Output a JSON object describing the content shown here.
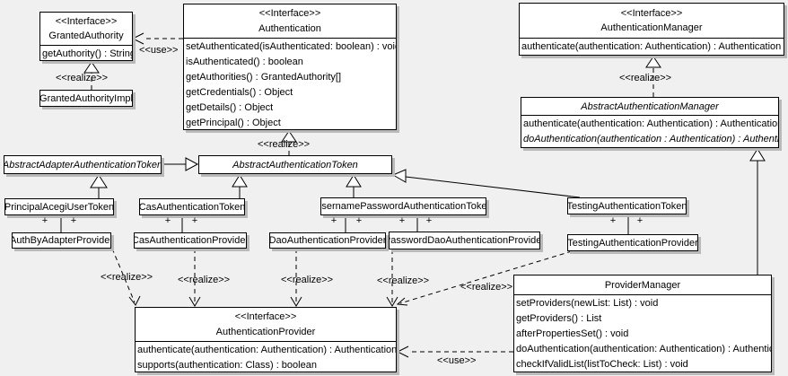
{
  "colors": {
    "background": "#f0f0f0",
    "box_fill": "#ffffff",
    "line": "#000000",
    "shadow": "#b9b9b9"
  },
  "stereotype_labels": {
    "use": "<<use>>",
    "realize": "<<realize>>"
  },
  "plus_marker": "+",
  "classes": {
    "granted_authority": {
      "stereotype": "<<Interface>>",
      "name": "GrantedAuthority",
      "methods": [
        "getAuthority() : String"
      ]
    },
    "granted_authority_impl": {
      "name": "GrantedAuthorityImpl"
    },
    "authentication": {
      "stereotype": "<<Interface>>",
      "name": "Authentication",
      "methods": [
        "setAuthenticated(isAuthenticated: boolean) : void",
        "isAuthenticated() : boolean",
        "getAuthorities() : GrantedAuthority[]",
        "getCredentials() : Object",
        "getDetails() : Object",
        "getPrincipal() : Object"
      ]
    },
    "authentication_manager": {
      "stereotype": "<<Interface>>",
      "name": "AuthenticationManager",
      "methods": [
        "authenticate(authentication: Authentication) : Authentication"
      ]
    },
    "abstract_authentication_manager": {
      "name": "AbstractAuthenticationManager",
      "abstract": true,
      "methods": [
        "authenticate(authentication: Authentication) : Authentication",
        "doAuthentication(authentication : Authentication) : Authentication"
      ]
    },
    "abstract_adapter_authentication_token": {
      "name": "AbstractAdapterAuthenticationToken",
      "abstract": true
    },
    "abstract_authentication_token": {
      "name": "AbstractAuthenticationToken",
      "abstract": true
    },
    "principal_acegi_user_token": {
      "name": "PrincipalAcegiUserToken"
    },
    "cas_authentication_token": {
      "name": "CasAuthenticationToken"
    },
    "username_password_authentication_token": {
      "name": "UsernamePasswordAuthenticationToken"
    },
    "testing_authentication_token": {
      "name": "TestingAuthenticationToken"
    },
    "auth_by_adapter_provider": {
      "name": "AuthByAdapterProvider"
    },
    "cas_authentication_provider": {
      "name": "CasAuthenticationProvider"
    },
    "dao_authentication_provider": {
      "name": "DaoAuthenticationProvider"
    },
    "password_dao_authentication_provider": {
      "name": "PasswordDaoAuthenticationProvider"
    },
    "testing_authentication_provider": {
      "name": "TestingAuthenticationProvider"
    },
    "authentication_provider": {
      "stereotype": "<<Interface>>",
      "name": "AuthenticationProvider",
      "methods": [
        "authenticate(authentication: Authentication) : Authentication",
        "supports(authentication: Class) : boolean"
      ]
    },
    "provider_manager": {
      "name": "ProviderManager",
      "methods": [
        "setProviders(newList: List) : void",
        "getProviders() : List",
        "afterPropertiesSet() : void",
        "doAuthentication(authentication: Authentication) : Authentication",
        "checkIfValidList(listToCheck: List) : void"
      ]
    }
  },
  "relationships": [
    {
      "from": "GrantedAuthorityImpl",
      "to": "GrantedAuthority",
      "type": "realize"
    },
    {
      "from": "Authentication",
      "to": "GrantedAuthority",
      "type": "use"
    },
    {
      "from": "AbstractAuthenticationToken",
      "to": "Authentication",
      "type": "realize"
    },
    {
      "from": "AbstractAuthenticationManager",
      "to": "AuthenticationManager",
      "type": "realize"
    },
    {
      "from": "AbstractAdapterAuthenticationToken",
      "to": "AbstractAuthenticationToken",
      "type": "generalization"
    },
    {
      "from": "PrincipalAcegiUserToken",
      "to": "AbstractAdapterAuthenticationToken",
      "type": "generalization"
    },
    {
      "from": "CasAuthenticationToken",
      "to": "AbstractAuthenticationToken",
      "type": "generalization"
    },
    {
      "from": "UsernamePasswordAuthenticationToken",
      "to": "AbstractAuthenticationToken",
      "type": "generalization"
    },
    {
      "from": "TestingAuthenticationToken",
      "to": "AbstractAuthenticationToken",
      "type": "generalization"
    },
    {
      "from": "PrincipalAcegiUserToken",
      "to": "AuthByAdapterProvider",
      "type": "association",
      "end_labels": [
        "+",
        "+"
      ]
    },
    {
      "from": "CasAuthenticationToken",
      "to": "CasAuthenticationProvider",
      "type": "association",
      "end_labels": [
        "+",
        "+"
      ]
    },
    {
      "from": "UsernamePasswordAuthenticationToken",
      "to": "DaoAuthenticationProvider",
      "type": "association",
      "end_labels": [
        "+",
        "+"
      ]
    },
    {
      "from": "UsernamePasswordAuthenticationToken",
      "to": "PasswordDaoAuthenticationProvider",
      "type": "association",
      "end_labels": [
        "+",
        "+"
      ]
    },
    {
      "from": "TestingAuthenticationToken",
      "to": "TestingAuthenticationProvider",
      "type": "association",
      "end_labels": [
        "+",
        "+"
      ]
    },
    {
      "from": "AuthByAdapterProvider",
      "to": "AuthenticationProvider",
      "type": "realize"
    },
    {
      "from": "CasAuthenticationProvider",
      "to": "AuthenticationProvider",
      "type": "realize"
    },
    {
      "from": "DaoAuthenticationProvider",
      "to": "AuthenticationProvider",
      "type": "realize"
    },
    {
      "from": "PasswordDaoAuthenticationProvider",
      "to": "AuthenticationProvider",
      "type": "realize"
    },
    {
      "from": "TestingAuthenticationProvider",
      "to": "AuthenticationProvider",
      "type": "realize"
    },
    {
      "from": "ProviderManager",
      "to": "AbstractAuthenticationManager",
      "type": "generalization"
    },
    {
      "from": "ProviderManager",
      "to": "AuthenticationProvider",
      "type": "use"
    }
  ]
}
